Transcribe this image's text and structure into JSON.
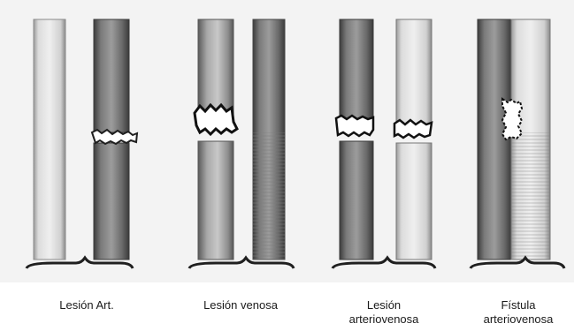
{
  "figure": {
    "panels": [
      {
        "caption_lines": [
          "Lesión Art."
        ]
      },
      {
        "caption_lines": [
          "Lesión venosa"
        ]
      },
      {
        "caption_lines": [
          "Lesión",
          "arteriovenosa"
        ]
      },
      {
        "caption_lines": [
          "Fístula",
          "arteriovenosa"
        ]
      }
    ]
  },
  "colors": {
    "paper": "#f3f3f3",
    "vessel_light": "#d9d9d9",
    "vessel_dark": "#6e6e6e",
    "ink": "#1f1f1f"
  }
}
